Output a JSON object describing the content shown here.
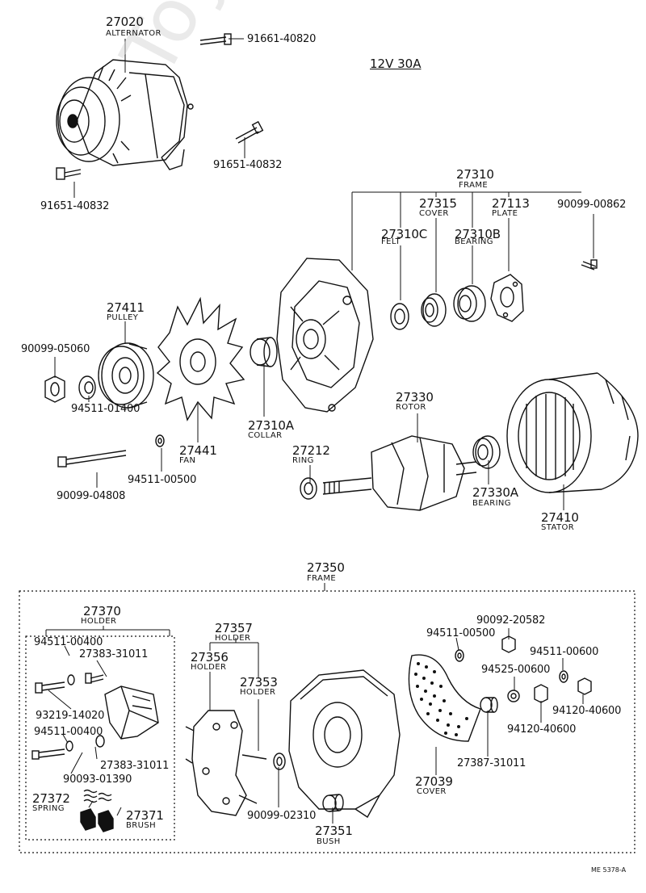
{
  "spec": "12V 30A",
  "watermark": "ToyotaCarWire.ru",
  "code": "ME 5378-A",
  "labels": {
    "alternator_no": "27020",
    "alternator_nm": "ALTERNATOR",
    "bolt1": "91661-40820",
    "bolt2": "91651-40832",
    "bolt3": "91651-40832",
    "frame_no": "27310",
    "frame_nm": "FRAME",
    "cover_no": "27315",
    "cover_nm": "COVER",
    "plate_no": "27113",
    "plate_nm": "PLATE",
    "screw_no": "90099-00862",
    "felt_no": "27310C",
    "felt_nm": "FELT",
    "bearing1_no": "27310B",
    "bearing1_nm": "BEARING",
    "pulley_no": "27411",
    "pulley_nm": "PULLEY",
    "nut_no": "90099-05060",
    "washer_no": "94511-01400",
    "fan_no": "27441",
    "fan_nm": "FAN",
    "collar_no": "27310A",
    "collar_nm": "COLLAR",
    "rotor_no": "27330",
    "rotor_nm": "ROTOR",
    "ring_no": "27212",
    "ring_nm": "RING",
    "bearing2_no": "27330A",
    "bearing2_nm": "BEARING",
    "stator_no": "27410",
    "stator_nm": "STATOR",
    "longbolt_no": "90099-04808",
    "washer2_no": "94511-00500",
    "rframe_no": "27350",
    "rframe_nm": "FRAME",
    "holder_no": "27370",
    "holder_nm": "HOLDER",
    "h1": "94511-00400",
    "h2": "27383-31011",
    "h3": "93219-14020",
    "h4": "94511-00400",
    "h5": "27383-31011",
    "h6": "90093-01390",
    "spring_no": "27372",
    "spring_nm": "SPRING",
    "brush_no": "27371",
    "brush_nm": "BRUSH",
    "holder2_no": "27357",
    "holder2_nm": "HOLDER",
    "holder3_no": "27356",
    "holder3_nm": "HOLDER",
    "holder4_no": "27353",
    "holder4_nm": "HOLDER",
    "w3": "90099-02310",
    "bush_no": "27351",
    "bush_nm": "BUSH",
    "r1": "94511-00500",
    "r2": "90092-20582",
    "r3": "94511-00600",
    "r4": "94525-00600",
    "r5": "94120-40600",
    "r6": "94120-40600",
    "r7": "27387-31011",
    "rcover_no": "27039",
    "rcover_nm": "COVER"
  }
}
